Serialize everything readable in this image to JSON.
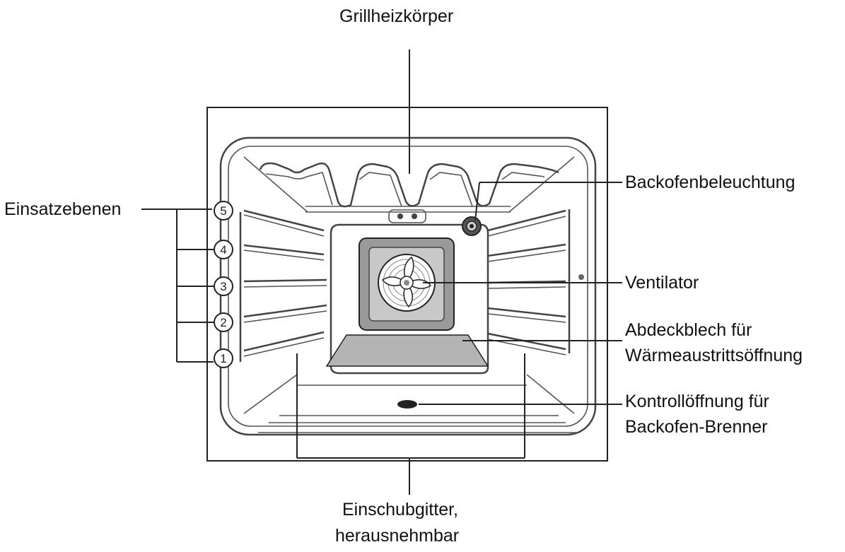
{
  "labels": {
    "grill": "Grillheizkörper",
    "lighting": "Backofenbeleuchtung",
    "levels": "Einsatzebenen",
    "fan": "Ventilator",
    "cover_line1": "Abdeckblech für",
    "cover_line2": "Wärmeaustrittsöffnung",
    "inspection_line1": "Kontrollöffnung für",
    "inspection_line2": "Backofen-Brenner",
    "rack_line1": "Einschubgitter,",
    "rack_line2": "herausnehmbar"
  },
  "levels": [
    "1",
    "2",
    "3",
    "4",
    "5"
  ],
  "colors": {
    "ink": "#222222",
    "fan_frame": "#9a9a9a",
    "fan_inner": "#c8c8c8",
    "cover_plate": "#b4b4b4"
  }
}
